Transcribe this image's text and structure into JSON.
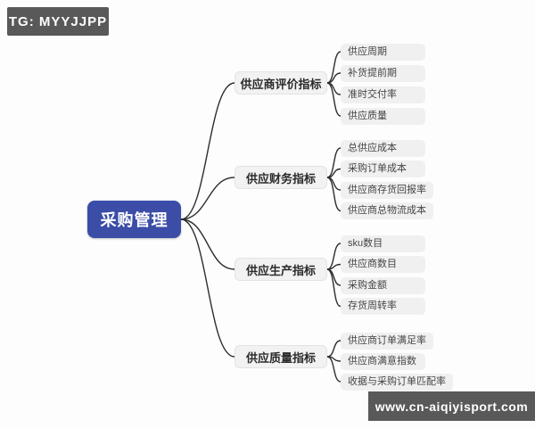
{
  "badge": {
    "label": "TG: MYYJJPP"
  },
  "watermark": {
    "label": "www.cn-aiqiyisport.com"
  },
  "mindmap": {
    "root": {
      "label": "采购管理"
    },
    "branches": [
      {
        "label": "供应商评价指标",
        "children": [
          "供应周期",
          "补货提前期",
          "准时交付率",
          "供应质量"
        ]
      },
      {
        "label": "供应财务指标",
        "children": [
          "总供应成本",
          "采购订单成本",
          "供应商存货回报率",
          "供应商总物流成本"
        ]
      },
      {
        "label": "供应生产指标",
        "children": [
          "sku数目",
          "供应商数目",
          "采购金额",
          "存货周转率"
        ]
      },
      {
        "label": "供应质量指标",
        "children": [
          "供应商订单满足率",
          "供应商满意指数",
          "收据与采购订单匹配率"
        ]
      }
    ]
  },
  "colors": {
    "root_bg": "#3B4DA7",
    "node_bg": "#f2f2f2",
    "leaf_bg": "#f0f0f0",
    "line": "#2d2d2d",
    "badge_bg": "#595959"
  }
}
